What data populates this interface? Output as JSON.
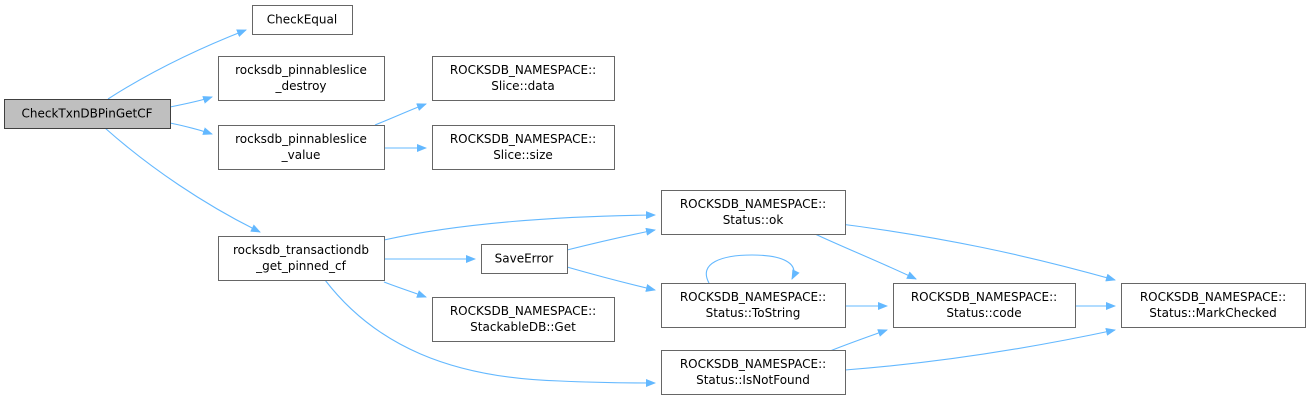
{
  "graph": {
    "edge_color": "#63b8ff",
    "root_fill": "#bfbfbf",
    "nodes": [
      {
        "id": "root",
        "lines": [
          "CheckTxnDBPinGetCF"
        ],
        "root": true
      },
      {
        "id": "checkequal",
        "lines": [
          "CheckEqual"
        ]
      },
      {
        "id": "destroy",
        "lines": [
          "rocksdb_pinnableslice",
          "_destroy"
        ]
      },
      {
        "id": "value",
        "lines": [
          "rocksdb_pinnableslice",
          "_value"
        ]
      },
      {
        "id": "getpinned",
        "lines": [
          "rocksdb_transactiondb",
          "_get_pinned_cf"
        ]
      },
      {
        "id": "slicedata",
        "lines": [
          "ROCKSDB_NAMESPACE::",
          "Slice::data"
        ]
      },
      {
        "id": "slicesize",
        "lines": [
          "ROCKSDB_NAMESPACE::",
          "Slice::size"
        ]
      },
      {
        "id": "saveerror",
        "lines": [
          "SaveError"
        ]
      },
      {
        "id": "stackget",
        "lines": [
          "ROCKSDB_NAMESPACE::",
          "StackableDB::Get"
        ]
      },
      {
        "id": "statusok",
        "lines": [
          "ROCKSDB_NAMESPACE::",
          "Status::ok"
        ]
      },
      {
        "id": "tostring",
        "lines": [
          "ROCKSDB_NAMESPACE::",
          "Status::ToString"
        ]
      },
      {
        "id": "isnotfound",
        "lines": [
          "ROCKSDB_NAMESPACE::",
          "Status::IsNotFound"
        ]
      },
      {
        "id": "code",
        "lines": [
          "ROCKSDB_NAMESPACE::",
          "Status::code"
        ]
      },
      {
        "id": "markchecked",
        "lines": [
          "ROCKSDB_NAMESPACE::",
          "Status::MarkChecked"
        ]
      }
    ],
    "edges": [
      [
        "root",
        "checkequal"
      ],
      [
        "root",
        "destroy"
      ],
      [
        "root",
        "value"
      ],
      [
        "root",
        "getpinned"
      ],
      [
        "value",
        "slicedata"
      ],
      [
        "value",
        "slicesize"
      ],
      [
        "getpinned",
        "statusok"
      ],
      [
        "getpinned",
        "saveerror"
      ],
      [
        "getpinned",
        "stackget"
      ],
      [
        "getpinned",
        "isnotfound"
      ],
      [
        "saveerror",
        "statusok"
      ],
      [
        "saveerror",
        "tostring"
      ],
      [
        "statusok",
        "code"
      ],
      [
        "statusok",
        "markchecked"
      ],
      [
        "tostring",
        "tostring"
      ],
      [
        "tostring",
        "code"
      ],
      [
        "isnotfound",
        "code"
      ],
      [
        "isnotfound",
        "markchecked"
      ],
      [
        "code",
        "markchecked"
      ]
    ]
  }
}
